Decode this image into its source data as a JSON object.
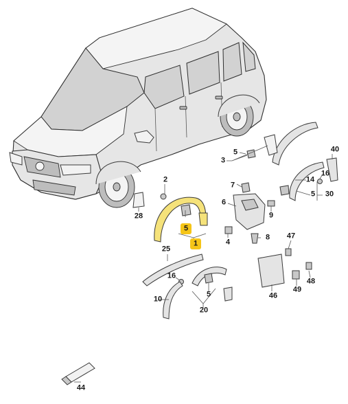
{
  "diagram": {
    "callouts": [
      {
        "id": "c40",
        "text": "40"
      },
      {
        "id": "c16a",
        "text": "16"
      },
      {
        "id": "c5a",
        "text": "5"
      },
      {
        "id": "c3",
        "text": "3"
      },
      {
        "id": "c14",
        "text": "14"
      },
      {
        "id": "c5b",
        "text": "5"
      },
      {
        "id": "c30",
        "text": "30"
      },
      {
        "id": "c2",
        "text": "2"
      },
      {
        "id": "c7",
        "text": "7"
      },
      {
        "id": "c6",
        "text": "6"
      },
      {
        "id": "c9",
        "text": "9"
      },
      {
        "id": "c28",
        "text": "28"
      },
      {
        "id": "c5c",
        "text": "5"
      },
      {
        "id": "c1",
        "text": "1"
      },
      {
        "id": "c4",
        "text": "4"
      },
      {
        "id": "c8",
        "text": "8"
      },
      {
        "id": "c47",
        "text": "47"
      },
      {
        "id": "c25",
        "text": "25"
      },
      {
        "id": "c16b",
        "text": "16"
      },
      {
        "id": "c5d",
        "text": "5"
      },
      {
        "id": "c48",
        "text": "48"
      },
      {
        "id": "c49",
        "text": "49"
      },
      {
        "id": "c10",
        "text": "10"
      },
      {
        "id": "c46",
        "text": "46"
      },
      {
        "id": "c20",
        "text": "20"
      },
      {
        "id": "c44",
        "text": "44"
      }
    ],
    "highlight_color": "#f5c518"
  }
}
